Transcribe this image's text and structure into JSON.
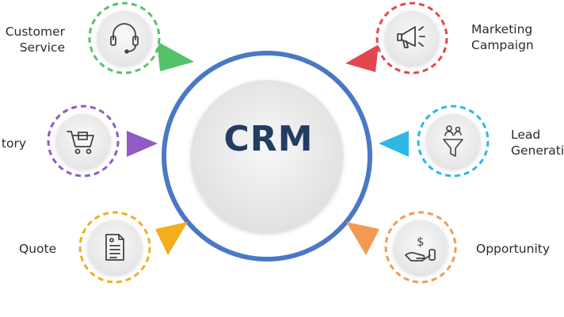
{
  "center": {
    "label": "CRM",
    "ring_color": "#4a78c4"
  },
  "nodes": [
    {
      "id": "customer-service",
      "label": "Customer\nService",
      "icon": "headset-icon",
      "color": "#55c26a"
    },
    {
      "id": "marketing-campaign",
      "label": "Marketing\nCampaign",
      "icon": "megaphone-icon",
      "color": "#e2464f"
    },
    {
      "id": "history",
      "label": "tory",
      "icon": "shopping-cart-icon",
      "color": "#8e5cc4"
    },
    {
      "id": "lead-generation",
      "label": "Lead\nGenerati",
      "icon": "funnel-users-icon",
      "color": "#2db7e4"
    },
    {
      "id": "quote",
      "label": "Quote",
      "icon": "document-icon",
      "color": "#f2ae1c"
    },
    {
      "id": "opportunity",
      "label": "Opportunity",
      "icon": "hand-dollar-icon",
      "color": "#f29a52"
    }
  ]
}
